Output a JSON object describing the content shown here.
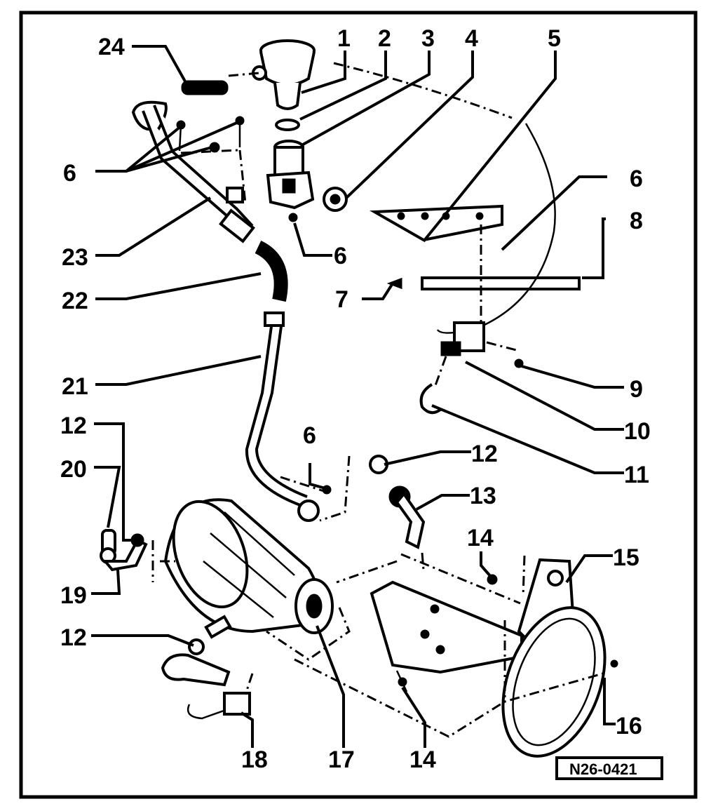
{
  "diagram": {
    "callouts": {
      "c1": "1",
      "c2": "2",
      "c3": "3",
      "c4": "4",
      "c5": "5",
      "c6a": "6",
      "c6b": "6",
      "c6c": "6",
      "c6d": "6",
      "c7": "7",
      "c8": "8",
      "c9": "9",
      "c10": "10",
      "c11": "11",
      "c12a": "12",
      "c12b": "12",
      "c12c": "12",
      "c13": "13",
      "c14a": "14",
      "c14b": "14",
      "c15": "15",
      "c16": "16",
      "c17": "17",
      "c18": "18",
      "c19": "19",
      "c20": "20",
      "c21": "21",
      "c22": "22",
      "c23": "23",
      "c24": "24"
    },
    "drawing_code": "N26-0421"
  }
}
